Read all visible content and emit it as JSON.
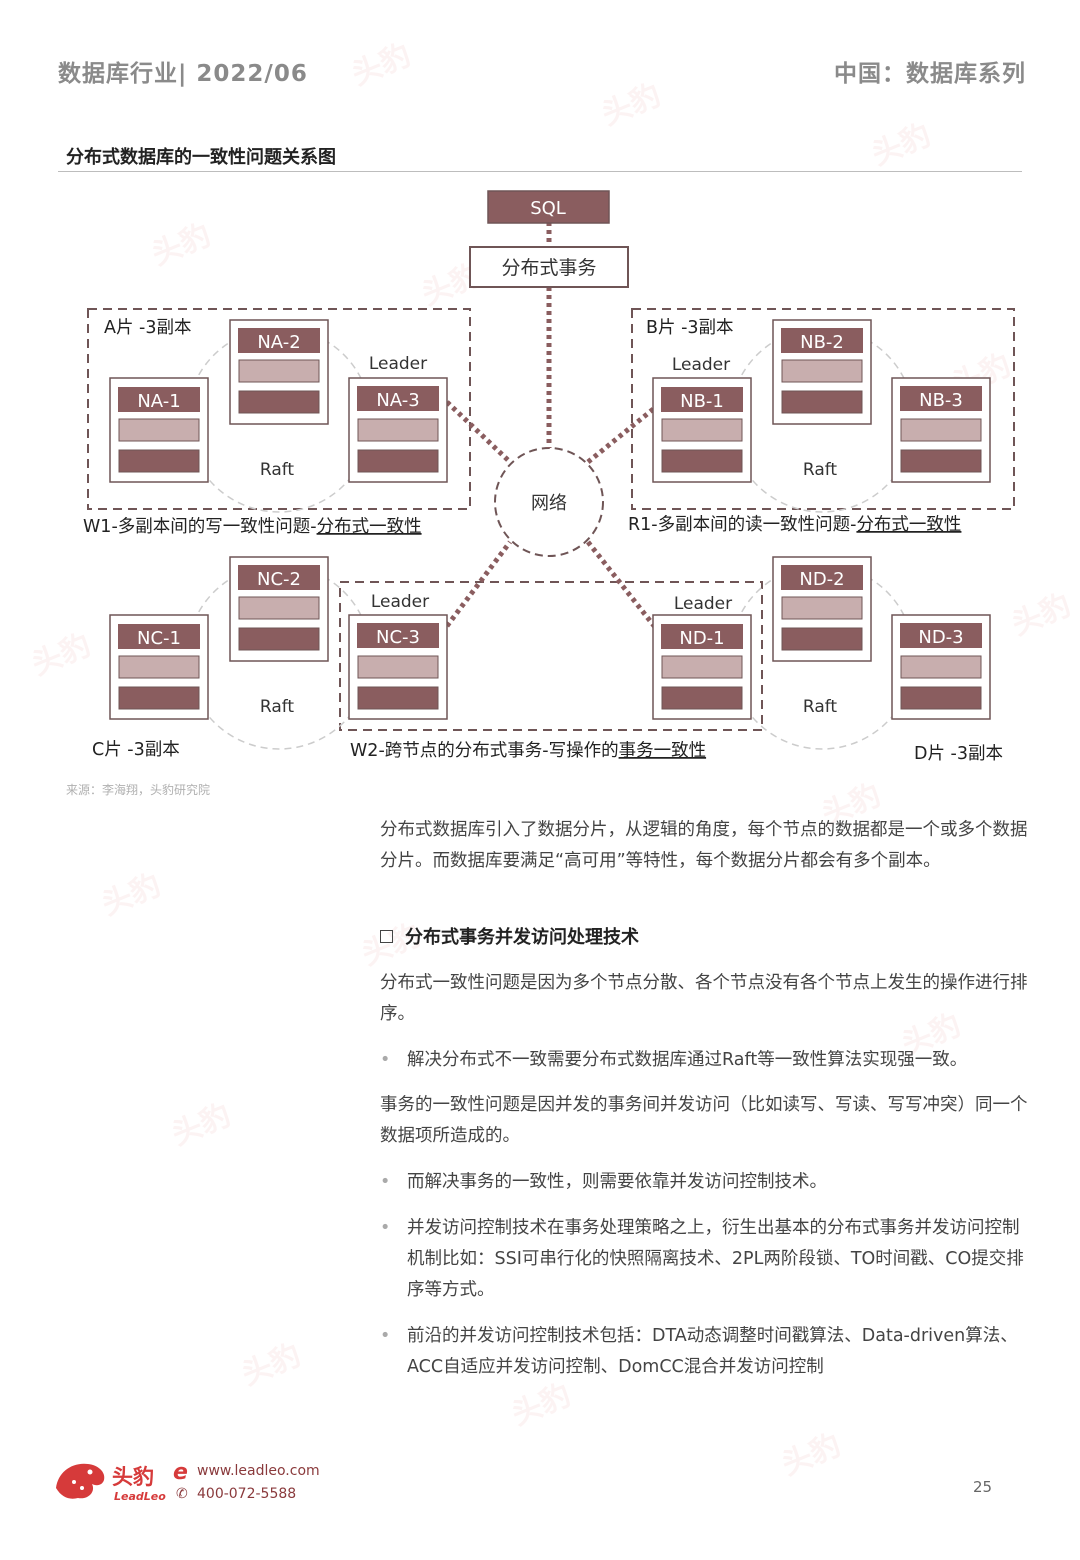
{
  "header": {
    "left": "数据库行业| 2022/06",
    "right": "中国：数据库系列"
  },
  "figure": {
    "title": "分布式数据库的一致性问题关系图",
    "source": "来源：李海翔，头豹研究院",
    "sql": "SQL",
    "txn": "分布式事务",
    "network": "网络",
    "leader": "Leader",
    "raft": "Raft",
    "groups": {
      "a": "A片 -3副本",
      "b": "B片 -3副本",
      "c": "C片 -3副本",
      "d": "D片 -3副本"
    },
    "nodes": {
      "na1": "NA-1",
      "na2": "NA-2",
      "na3": "NA-3",
      "nb1": "NB-1",
      "nb2": "NB-2",
      "nb3": "NB-3",
      "nc1": "NC-1",
      "nc2": "NC-2",
      "nc3": "NC-3",
      "nd1": "ND-1",
      "nd2": "ND-2",
      "nd3": "ND-3"
    },
    "captions": {
      "w1_prefix": "W1-多副本间的写一致性问题-",
      "w1_link": "分布式一致性",
      "r1_prefix": "R1-多副本间的读一致性问题-",
      "r1_link": "分布式一致性",
      "w2_prefix": "W2-跨节点的分布式事务-写操作的",
      "w2_link": "事务一致性"
    }
  },
  "body": {
    "intro": "分布式数据库引入了数据分片，从逻辑的角度，每个节点的数据都是一个或多个数据分片。而数据库要满足“高可用”等特性，每个数据分片都会有多个副本。",
    "section_title": "分布式事务并发访问处理技术",
    "p1": "分布式一致性问题是因为多个节点分散、各个节点没有各个节点上发生的操作进行排序。",
    "b1": "解决分布式不一致需要分布式数据库通过Raft等一致性算法实现强一致。",
    "p2": "事务的一致性问题是因并发的事务间并发访问（比如读写、写读、写写冲突）同一个数据项所造成的。",
    "b2": "而解决事务的一致性，则需要依靠并发访问控制技术。",
    "b3": "并发访问控制技术在事务处理策略之上，衍生出基本的分布式事务并发访问控制机制比如：SSI可串行化的快照隔离技术、2PL两阶段锁、TO时间戳、CO提交排序等方式。",
    "b4": "前沿的并发访问控制技术包括：DTA动态调整时间戳算法、Data-driven算法、ACC自适应并发访问控制、DomCC混合并发访问控制"
  },
  "footer": {
    "brand": "头豹",
    "brand_en": "LeadLeo",
    "website": "www.leadleo.com",
    "phone": "400-072-5588",
    "page": "25"
  },
  "watermark": "头豹",
  "colors": {
    "node_dark": "#8a5d5f",
    "node_light": "#c8aeae",
    "border_dark": "#6f5556",
    "brand_red": "#d63a3a"
  }
}
